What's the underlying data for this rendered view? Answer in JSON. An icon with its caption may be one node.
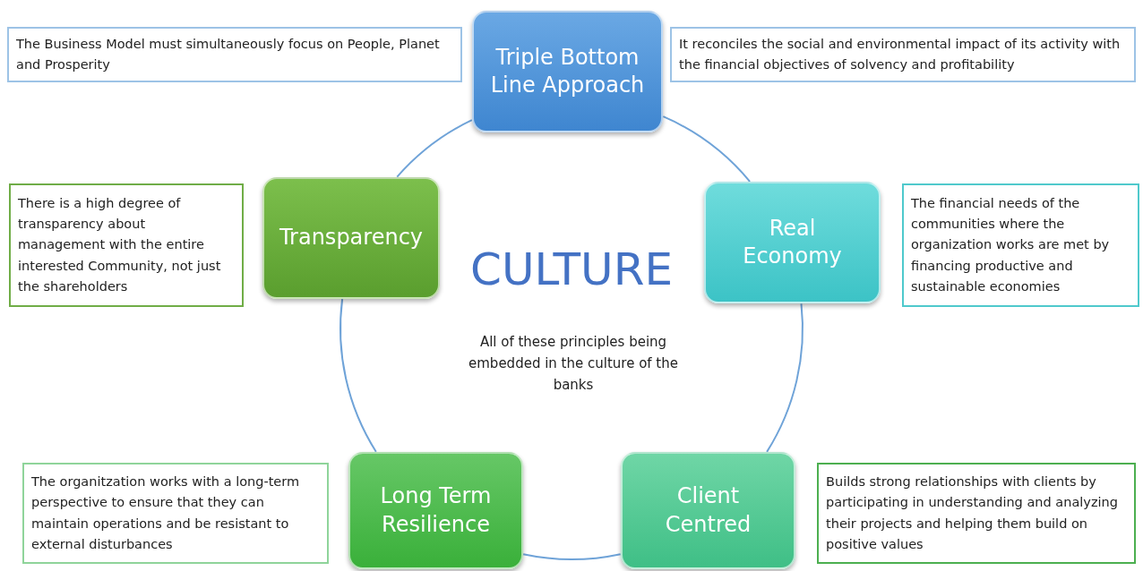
{
  "diagram": {
    "nodes": [
      {
        "text": [
          "The Business Model must simultaneously  focus on People, Planet and Prosperity"
        ]
      },
      {
        "text": [
          "Triple Bottom Line Approach"
        ]
      },
      {
        "text": [
          "It reconciles the social and environmental impact of its activity with the financial objectives of solvency and profitability"
        ]
      },
      {
        "text": [
          "There is a high degree of transparency about management with the entire interested Community,  not just the shareholders"
        ]
      },
      {
        "text": [
          "Transparency"
        ]
      },
      {
        "text": [
          "Real Economy"
        ]
      },
      {
        "text": [
          "The financial needs of the communities where the organization works are met by financing productive and sustainable economies"
        ]
      },
      {
        "text": [
          "The organitzation works with a long-term perspective to ensure that they can maintain operations and be resistant to external disturbances"
        ]
      },
      {
        "text": [
          "Long Term Resilience"
        ]
      },
      {
        "text": [
          "Client Centred"
        ]
      },
      {
        "text": [
          "Builds strong relationships with clients by participating in understanding and analyzing their projects and helping them build on positive values"
        ]
      }
    ],
    "edges": [
      {
        "from": 1,
        "to": 5,
        "arrow": "none"
      },
      {
        "from": 5,
        "to": 9,
        "arrow": "none"
      },
      {
        "from": 9,
        "to": 8,
        "arrow": "none"
      },
      {
        "from": 8,
        "to": 4,
        "arrow": "none"
      },
      {
        "from": 4,
        "to": 1,
        "arrow": "none"
      }
    ],
    "labels": [
      "CULTURE",
      "All of these principles being embedded in the culture of the banks"
    ]
  }
}
